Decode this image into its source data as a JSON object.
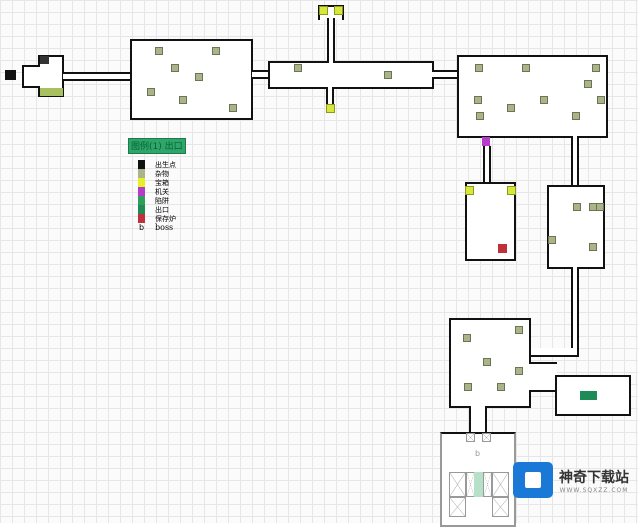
{
  "legend": {
    "title": "图例(1)  出口",
    "items": [
      {
        "label": "出生点",
        "color": "#111111"
      },
      {
        "label": "杂物",
        "color": "#a9b48a"
      },
      {
        "label": "宝箱",
        "color": "#e5ef2a"
      },
      {
        "label": "机关",
        "color": "#b43cc8"
      },
      {
        "label": "陷阱",
        "color": "#2e9e5a"
      },
      {
        "label": "出口",
        "color": "#1e8a55"
      },
      {
        "label": "保存炉",
        "color": "#c0303a"
      }
    ],
    "boss_marker": "b",
    "boss_label": "boss"
  },
  "boss_room_marker": "b",
  "watermark": {
    "name": "神奇下载站",
    "url": "WWW.SQXZZ.COM"
  }
}
